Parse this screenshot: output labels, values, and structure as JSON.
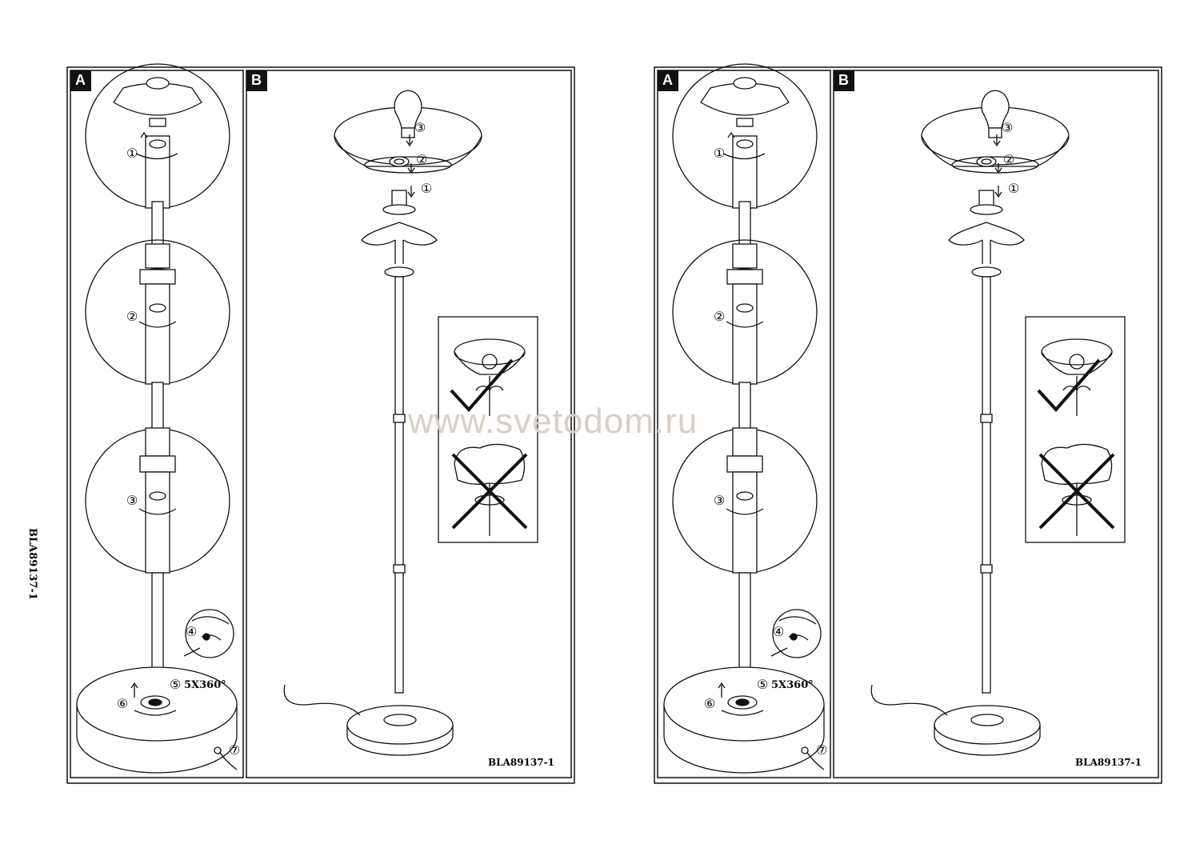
{
  "side_code": "BLA89137-1",
  "watermark": "www.svetodom.ru",
  "sheets": [
    {
      "panel_a_label": "A",
      "panel_b_label": "B",
      "step_a1": "①",
      "step_a2": "②",
      "step_a3": "③",
      "step_a4": "④",
      "step_a5": "⑤",
      "rotation": "5X360°",
      "step_a6": "⑥",
      "step_a7": "⑦",
      "step_b1": "①",
      "step_b2": "②",
      "step_b3": "③",
      "code": "BLA89137-1"
    },
    {
      "panel_a_label": "A",
      "panel_b_label": "B",
      "step_a1": "①",
      "step_a2": "②",
      "step_a3": "③",
      "step_a4": "④",
      "step_a5": "⑤",
      "rotation": "5X360°",
      "step_a6": "⑥",
      "step_a7": "⑦",
      "step_b1": "①",
      "step_b2": "②",
      "step_b3": "③",
      "code": "BLA89137-1"
    }
  ],
  "colors": {
    "line": "#111111",
    "shade": "#f2f2f2",
    "watermark": "#d8cfc6"
  }
}
